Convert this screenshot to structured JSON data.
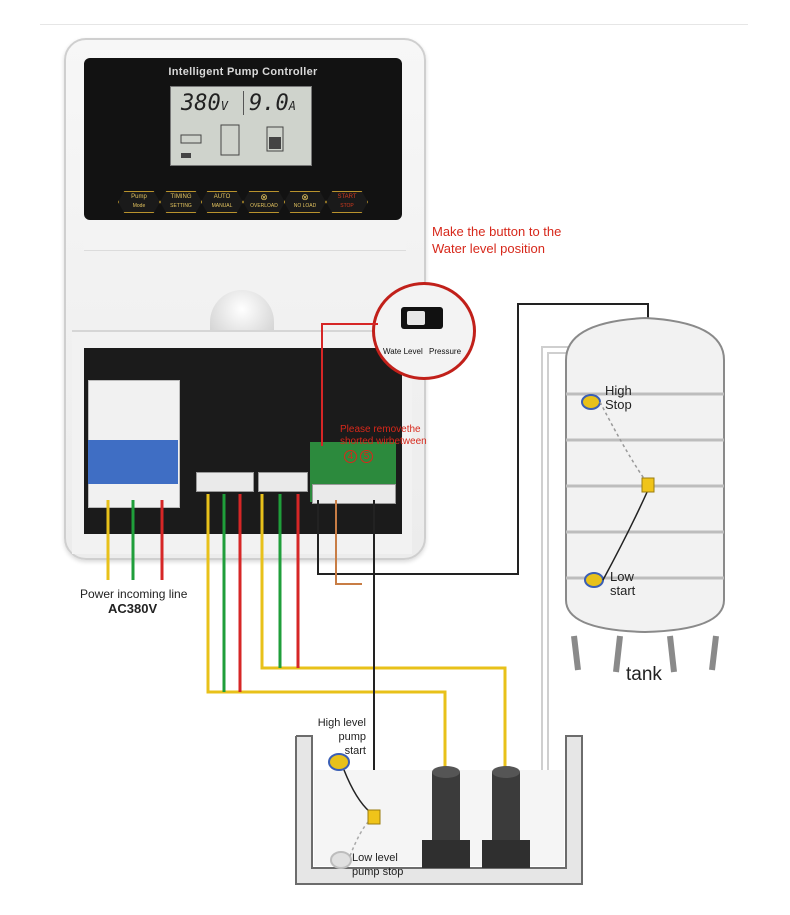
{
  "controller": {
    "title": "Intelligent Pump Controller",
    "voltage": "380",
    "voltage_unit": "V",
    "current": "9.0",
    "current_unit": "A",
    "buttons": [
      {
        "top": "Pump",
        "bottom": "Mode"
      },
      {
        "top": "TIMING",
        "bottom": "SETTING"
      },
      {
        "top": "AUTO",
        "bottom": "MANUAL"
      },
      {
        "top": "OVERLOAD",
        "bottom": ""
      },
      {
        "top": "NO LOAD",
        "bottom": ""
      },
      {
        "top": "START",
        "bottom": "STOP"
      }
    ]
  },
  "annotations": {
    "button_note": "Make the button to the Water level position",
    "zoom_left": "Wate Level",
    "zoom_right": "Pressure",
    "remove_note_1": "Please removethe",
    "remove_note_2": "shorted wirbetween",
    "terminal_4": "4",
    "terminal_5": "5",
    "power_line": "Power incoming line",
    "power_voltage": "AC380V",
    "high_stop": "High\nStop",
    "low_start": "Low\nstart",
    "tank": "tank",
    "high_level": "High level\npump\nstart",
    "low_level": "Low level\npump stop"
  },
  "colors": {
    "wire_yellow": "#e8c11a",
    "wire_green": "#1f9e3a",
    "wire_red": "#d62626",
    "accent_red": "#d7281b"
  }
}
